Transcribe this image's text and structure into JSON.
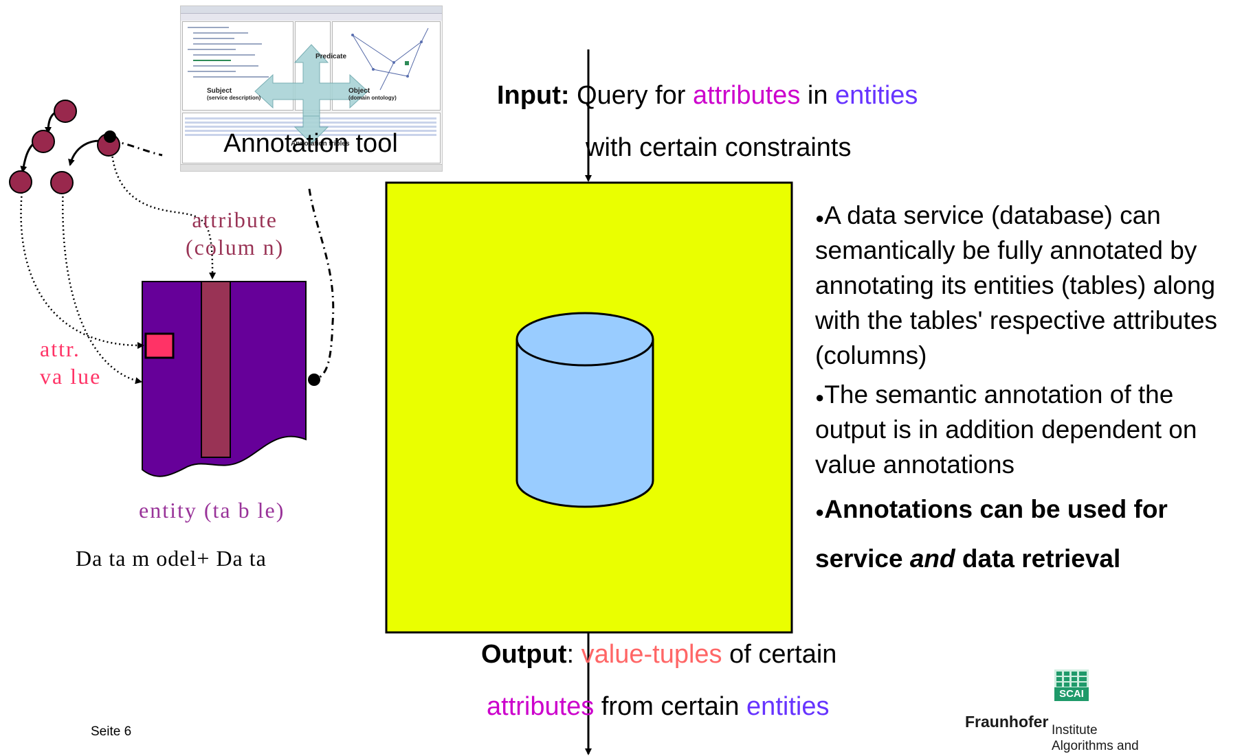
{
  "screenshot": {
    "caption": "Annotation tool",
    "labels": {
      "predicate": "Predicate",
      "subject": "Subject",
      "subject_sub": "(service description)",
      "object": "Object",
      "object_sub": "(domain ontology)",
      "triples": "Annotation triples"
    }
  },
  "data_model": {
    "attribute_label_1": "attribute",
    "attribute_label_2": "(colum n)",
    "attr_value_label_1": "attr.",
    "attr_value_label_2": "va lue",
    "entity_label": "entity (ta b le)",
    "caption": "Da ta  m odel+ Da ta"
  },
  "input": {
    "label": "Input:",
    "text_a": " Query for ",
    "attributes": "attributes",
    "text_b": " in ",
    "entities": "entities",
    "line2": "with certain constraints"
  },
  "output": {
    "label": "Output",
    "colon": ": ",
    "value_tuples": "value-tuples",
    "text_a": " of certain",
    "attributes": "attributes",
    "text_b": " from certain ",
    "entities": "entities"
  },
  "bullets": {
    "b1": "A data service (database) can semantically be fully annotated by annotating its entities (tables) along with the tables' respective attributes (columns)",
    "b2": "The semantic annotation of the output is in addition dependent on value annotations",
    "b3_a": "Annotations can be used for service ",
    "b3_em": "and",
    "b3_b": " data retrieval"
  },
  "footer": {
    "page": "Seite 6",
    "logo": "Fraunhofer",
    "logo_badge": "SCAI",
    "institute_line1": "Institute",
    "institute_line2": "Algorithms and"
  },
  "colors": {
    "black_box_fill": "#eaff00",
    "cylinder": "#99ccff",
    "entity": "#660099",
    "column": "#993355",
    "cell": "#ff3366",
    "node": "#99284d",
    "magenta_text": "#cc00cc",
    "blue_text": "#6633ff",
    "salmon_text": "#ff6666",
    "entity_label": "#993399",
    "attr_value_label": "#ff3366"
  }
}
